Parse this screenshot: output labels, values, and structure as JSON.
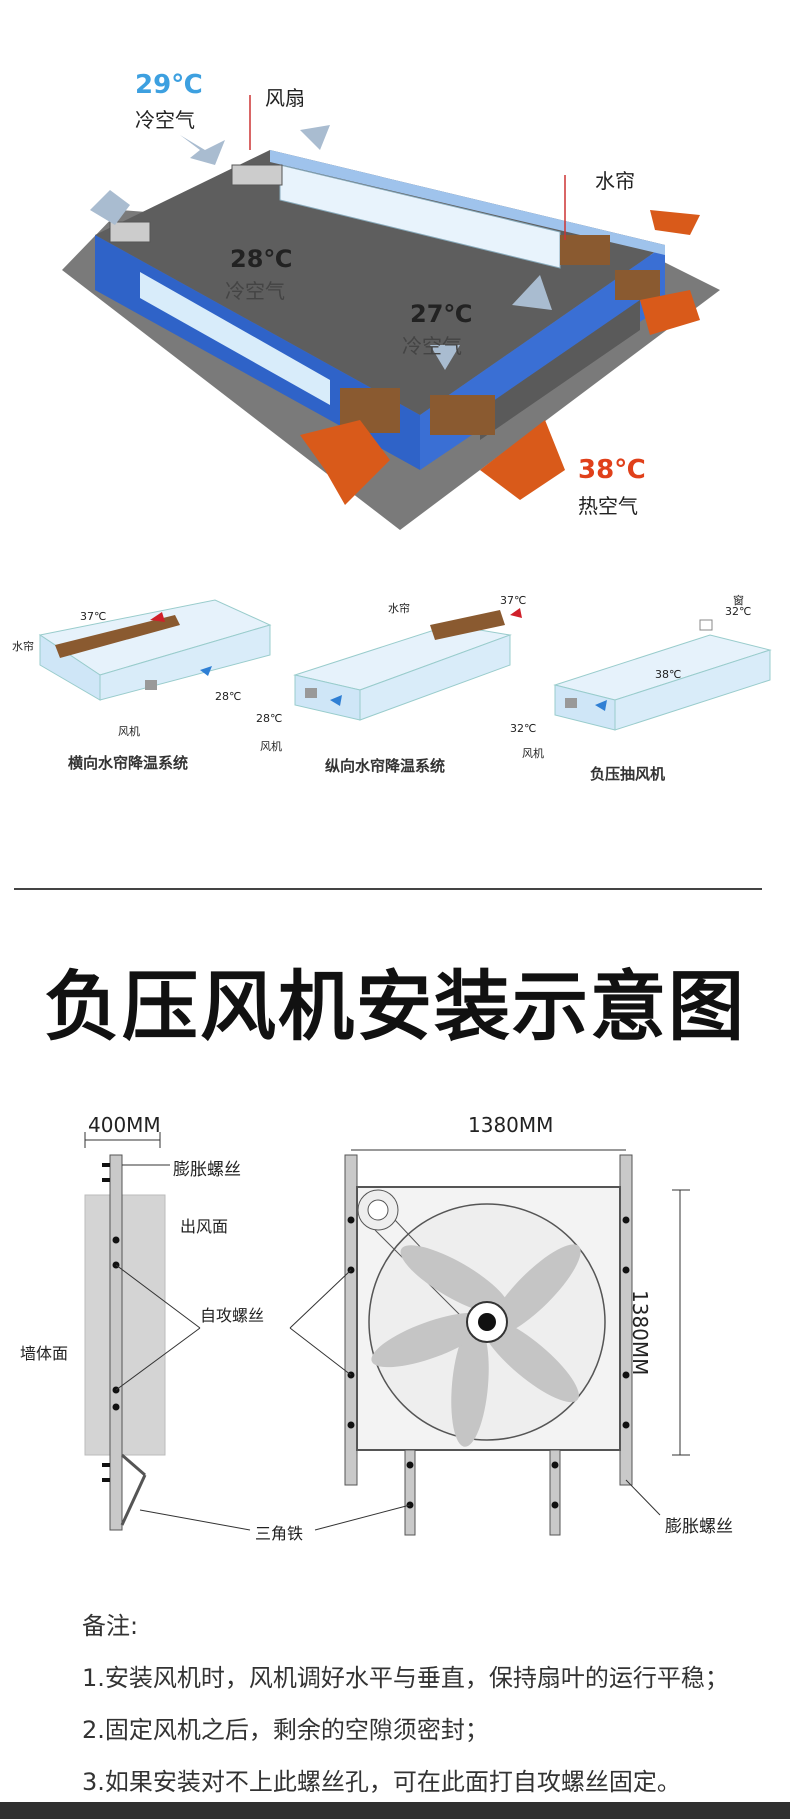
{
  "greenhouse": {
    "temps": [
      {
        "value": "29℃",
        "label": "冷空气",
        "color": "#3da0e0"
      },
      {
        "value": "28℃",
        "label": "冷空气",
        "color": "#222222"
      },
      {
        "value": "27℃",
        "label": "冷空气",
        "color": "#222222"
      },
      {
        "value": "38℃",
        "label": "热空气",
        "color": "#e0401a"
      }
    ],
    "fan_label": "风扇",
    "curtain_label": "水帘"
  },
  "systems": [
    {
      "name": "横向水帘降温系统",
      "curtain": "水帘",
      "hot": "37℃",
      "cool": "28℃",
      "fan": "风机"
    },
    {
      "name": "纵向水帘降温系统",
      "curtain": "水帘",
      "hot": "37℃",
      "cool": "28℃",
      "fan": "风机"
    },
    {
      "name": "负压抽风机",
      "window": "窗",
      "temp_window": "32℃",
      "temp_mid": "38℃",
      "cool": "32℃",
      "fan": "风机"
    }
  ],
  "title": "负压风机安装示意图",
  "install": {
    "depth": "400MM",
    "width": "1380MM",
    "height": "1380MM",
    "expansion_bolt": "膨胀螺丝",
    "outlet": "出风面",
    "self_tapping": "自攻螺丝",
    "wall": "墙体面",
    "angle_iron": "三角铁",
    "expansion_bolt_2": "膨胀螺丝"
  },
  "notes": {
    "heading": "备注:",
    "items": [
      "1.安装风机时，风机调好水平与垂直，保持扇叶的运行平稳；",
      "2.固定风机之后，剩余的空隙须密封；",
      "3.如果安装对不上此螺丝孔，可在此面打自攻螺丝固定。"
    ]
  },
  "colors": {
    "blue": "#2f63c8",
    "orange": "#d95a1a",
    "light_blue": "#cfe6f7",
    "gray": "#808080"
  }
}
